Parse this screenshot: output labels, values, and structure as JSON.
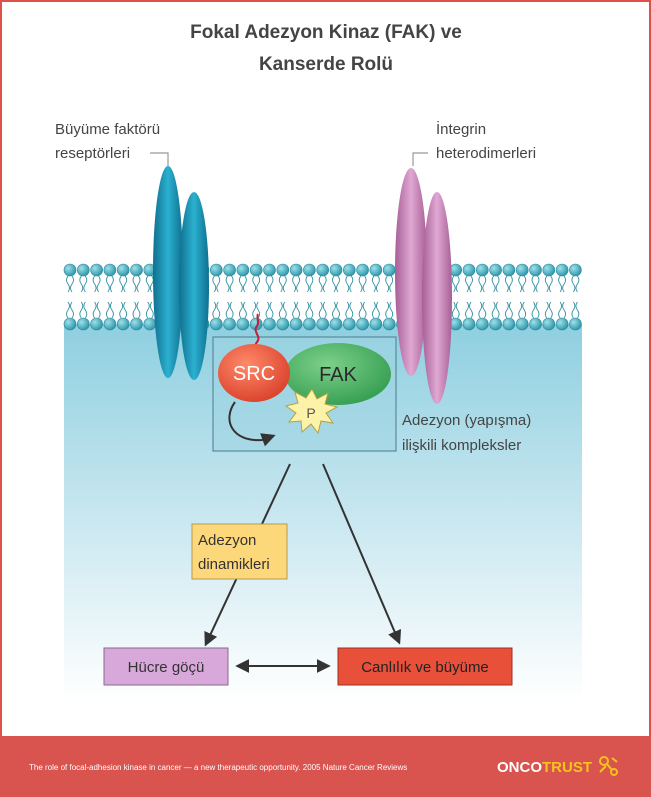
{
  "title": {
    "line1": "Fokal Adezyon Kinaz (FAK) ve",
    "line2": "Kanserde Rolü"
  },
  "labels": {
    "growth_receptor_line1": "Büyüme faktörü",
    "growth_receptor_line2": "reseptörleri",
    "integrin_line1": "İntegrin",
    "integrin_line2": "heterodimerleri",
    "src": "SRC",
    "fak": "FAK",
    "phospho": "P",
    "complex_line1": "Adezyon (yapışma)",
    "complex_line2": "ilişkili kompleksler",
    "dynamics_line1": "Adezyon",
    "dynamics_line2": "dinamikleri",
    "migration": "Hücre göçü",
    "survival": "Canlılık ve büyüme"
  },
  "footer": {
    "citation": "The role of focal-adhesion kinase in cancer — a new therapeutic opportunity. 2005 Nature Cancer Reviews",
    "brand_part1": "ONCO",
    "brand_part2": "TRUST"
  },
  "colors": {
    "border": "#e0504a",
    "footer_bg": "#d9534f",
    "cytoplasm_top": "#8ecfe0",
    "cytoplasm_bottom": "#ffffff",
    "membrane_head": "#3aa7b9",
    "receptor": "#1b8fb0",
    "integrin": "#c27fb3",
    "src": "#e8503a",
    "fak": "#3aa85a",
    "dynamics_box": "#fcd87a",
    "migration_box": "#d7a8d9",
    "survival_box": "#e8503a",
    "brand_accent": "#f6c21c"
  }
}
